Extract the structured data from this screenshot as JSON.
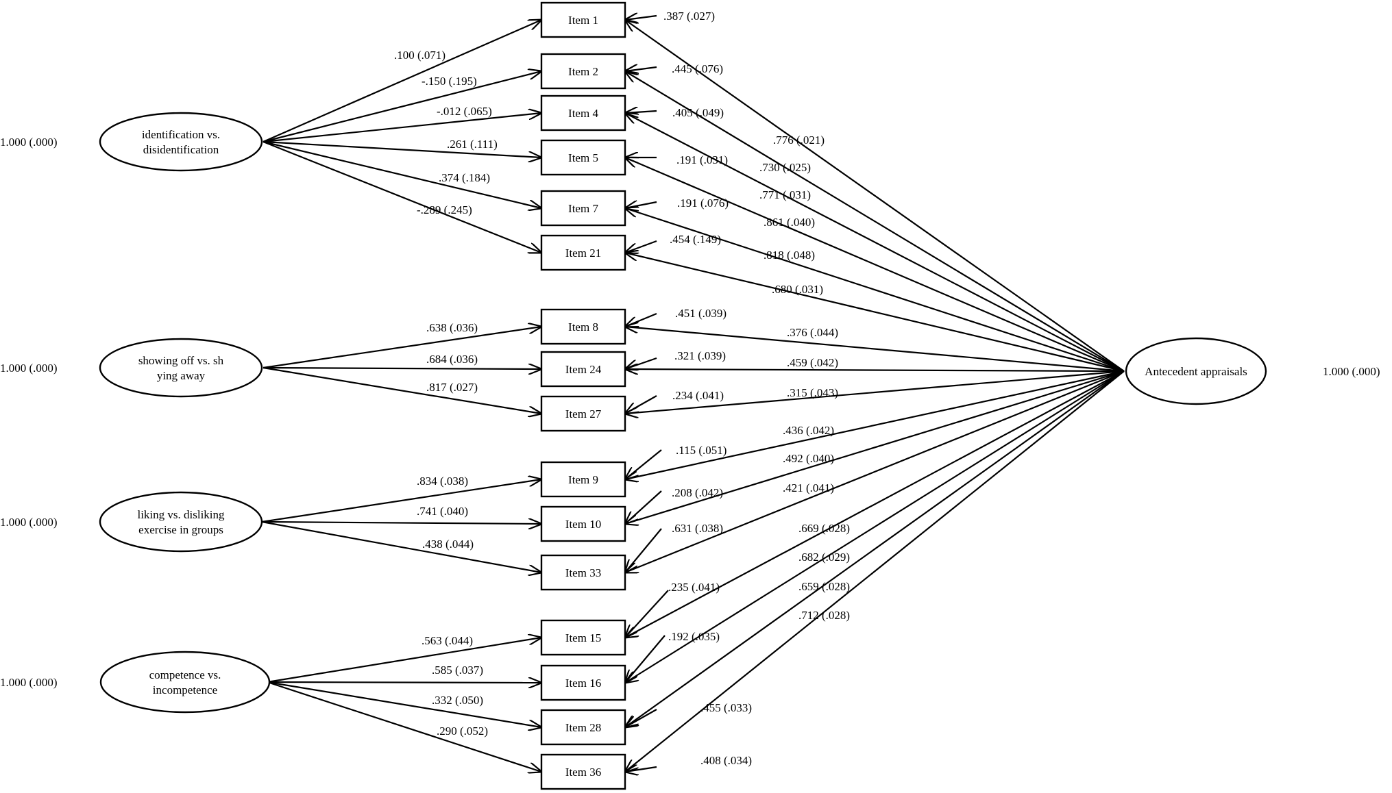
{
  "factors": [
    {
      "id": "f1",
      "lines": [
        "identification vs.",
        "disidentification"
      ],
      "variance": "1.000  (.000)"
    },
    {
      "id": "f2",
      "lines": [
        "showing off vs. sh",
        "ying away"
      ],
      "variance": "1.000  (.000)"
    },
    {
      "id": "f3",
      "lines": [
        "liking vs. disliking",
        "exercise in groups"
      ],
      "variance": "1.000  (.000)"
    },
    {
      "id": "f4",
      "lines": [
        "competence vs.",
        "incompetence"
      ],
      "variance": "1.000  (.000)"
    }
  ],
  "general_factor": {
    "id": "g",
    "lines": [
      "Antecedent appraisals"
    ],
    "variance": "1.000  (.000)"
  },
  "items": [
    {
      "id": "i1",
      "label": "Item 1",
      "factor": "f1",
      "specific_loading": ".100  (.071)",
      "general_loading": ".776  (.021)",
      "residual": ".387  (.027)"
    },
    {
      "id": "i2",
      "label": "Item 2",
      "factor": "f1",
      "specific_loading": "-.150  (.195)",
      "general_loading": ".730  (.025)",
      "residual": ".445  (.076)"
    },
    {
      "id": "i4",
      "label": "Item 4",
      "factor": "f1",
      "specific_loading": "-.012  (.065)",
      "general_loading": ".771  (.031)",
      "residual": ".405  (.049)"
    },
    {
      "id": "i5",
      "label": "Item 5",
      "factor": "f1",
      "specific_loading": ".261  (.111)",
      "general_loading": ".861  (.040)",
      "residual": ".191  (.031)"
    },
    {
      "id": "i7",
      "label": "Item 7",
      "factor": "f1",
      "specific_loading": ".374  (.184)",
      "general_loading": ".818  (.048)",
      "residual": ".191  (.076)"
    },
    {
      "id": "i21",
      "label": "Item 21",
      "factor": "f1",
      "specific_loading": "-.289  (.245)",
      "general_loading": ".680  (.031)",
      "residual": ".454  (.149)"
    },
    {
      "id": "i8",
      "label": "Item 8",
      "factor": "f2",
      "specific_loading": ".638  (.036)",
      "general_loading": ".376  (.044)",
      "residual": ".451  (.039)"
    },
    {
      "id": "i24",
      "label": "Item 24",
      "factor": "f2",
      "specific_loading": ".684  (.036)",
      "general_loading": ".459  (.042)",
      "residual": ".321  (.039)"
    },
    {
      "id": "i27",
      "label": "Item 27",
      "factor": "f2",
      "specific_loading": ".817  (.027)",
      "general_loading": ".315  (.043)",
      "residual": ".234  (.041)"
    },
    {
      "id": "i9",
      "label": "Item 9",
      "factor": "f3",
      "specific_loading": ".834  (.038)",
      "general_loading": ".436  (.042)",
      "residual": ".115  (.051)"
    },
    {
      "id": "i10",
      "label": "Item 10",
      "factor": "f3",
      "specific_loading": ".741  (.040)",
      "general_loading": ".492  (.040)",
      "residual": ".208  (.042)"
    },
    {
      "id": "i33",
      "label": "Item 33",
      "factor": "f3",
      "specific_loading": ".438  (.044)",
      "general_loading": ".421  (.041)",
      "residual": ".631  (.038)"
    },
    {
      "id": "i15",
      "label": "Item 15",
      "factor": "f4",
      "specific_loading": ".563  (.044)",
      "general_loading": ".669  (.028)",
      "residual": ".235  (.041)"
    },
    {
      "id": "i16",
      "label": "Item 16",
      "factor": "f4",
      "specific_loading": ".585  (.037)",
      "general_loading": ".682  (.029)",
      "residual": ".192  (.035)"
    },
    {
      "id": "i28",
      "label": "Item 28",
      "factor": "f4",
      "specific_loading": ".332  (.050)",
      "general_loading": ".659  (.028)",
      "residual": ".455  (.033)"
    },
    {
      "id": "i36",
      "label": "Item 36",
      "factor": "f4",
      "specific_loading": ".290  (.052)",
      "general_loading": ".712  (.028)",
      "residual": ".408  (.034)"
    }
  ]
}
